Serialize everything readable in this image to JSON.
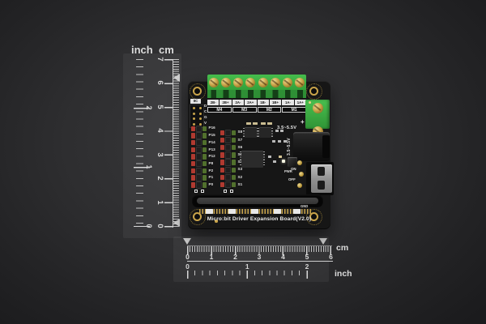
{
  "ruler_vertical": {
    "unit_inch": "inch",
    "unit_cm": "cm",
    "cm_numbers": [
      "7",
      "6",
      "5",
      "4",
      "3",
      "2",
      "1",
      "0"
    ],
    "inch_numbers": [
      "2",
      "1",
      "0"
    ]
  },
  "ruler_horizontal": {
    "unit_cm": "cm",
    "unit_inch": "inch",
    "cm_numbers": [
      "0",
      "1",
      "2",
      "3",
      "4",
      "5",
      "6"
    ],
    "inch_numbers": [
      "0",
      "1",
      "2"
    ]
  },
  "board": {
    "title": "Micro:bit Driver Expansion Board(V2.0)",
    "terminal_labels": [
      "2B-",
      "2B+",
      "2A-",
      "2A+",
      "1B-",
      "1B+",
      "1A-",
      "1A+"
    ],
    "motor_labels": [
      "M4",
      "M3",
      "M2",
      "M1"
    ],
    "iic_label": "IIC",
    "iic_pin_labels": [
      "D",
      "C",
      "G",
      "V"
    ],
    "p_pin_labels": [
      "P16",
      "P15",
      "P14",
      "P13",
      "P12",
      "P8",
      "P2",
      "P1",
      "P0"
    ],
    "s_pin_labels": [
      "S8",
      "S7",
      "S6",
      "S5",
      "S4",
      "S3",
      "S2",
      "S1"
    ],
    "power_range": "3.5~5.5V",
    "dc_jack_range": "3.5~5.5V",
    "plus_label": "+",
    "switch_on": "ON",
    "switch_off": "OFF",
    "pwr_label": "PWR",
    "gnd_label": "GND"
  },
  "colors": {
    "background": "#2e2e30",
    "pcb_black": "#161616",
    "terminal_green": "#3cab42",
    "gold": "#c9a44a",
    "pin_red": "#b03a30",
    "pin_green": "#51702d",
    "silkscreen_white": "#ececec",
    "ruler_gray": "#d6d6d6"
  }
}
